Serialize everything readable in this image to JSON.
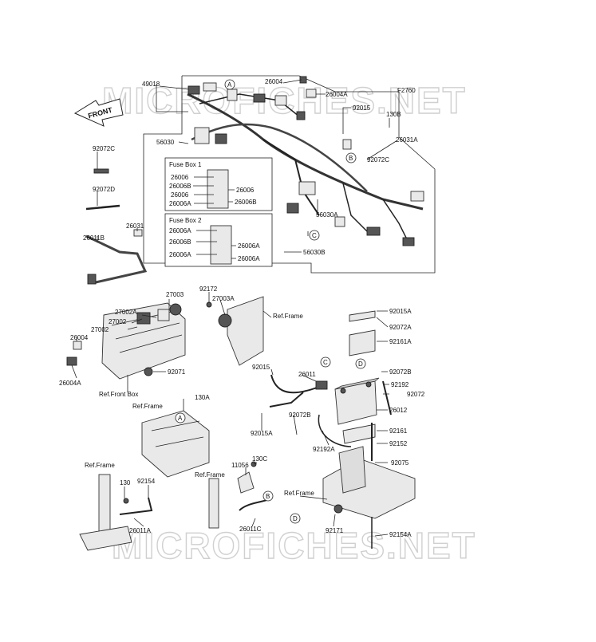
{
  "watermark": "MICROFICHES.NET",
  "front_arrow_label": "FRONT",
  "fuse_box_1": {
    "title": "Fuse Box 1",
    "left_labels": [
      "26006",
      "26006B",
      "26006",
      "26006A"
    ],
    "right_labels": [
      "26006",
      "26006B"
    ]
  },
  "fuse_box_2": {
    "title": "Fuse Box 2",
    "left_labels": [
      "26006A",
      "26006B",
      "26006A"
    ],
    "right_labels": [
      "26006A",
      "26006A"
    ]
  },
  "ref_labels": [
    "Ref.Frame",
    "Ref.Front Box"
  ],
  "callouts": [
    "A",
    "B",
    "C",
    "D"
  ],
  "part_labels": {
    "p49018": "49018",
    "p26004_top": "26004",
    "p26004A_top": "26004A",
    "pF2760": "F2760",
    "p92015_top": "92015",
    "p130B": "130B",
    "p26031A": "26031A",
    "p56030": "56030",
    "p92072C_left": "92072C",
    "p92072C_right": "92072C",
    "p92072D": "92072D",
    "p26031": "26031",
    "p26011B": "26011B",
    "p56030A": "56030A",
    "p56030B": "56030B",
    "p27003": "27003",
    "p27002A": "27002A",
    "p27002_a": "27002",
    "p27002_b": "27002",
    "p26004_mid": "26004",
    "p26004A_mid": "26004A",
    "p92071": "92071",
    "p92172": "92172",
    "p27003A": "27003A",
    "p130A": "130A",
    "p92015A_r": "92015A",
    "p92072A": "92072A",
    "p92161A": "92161A",
    "p92015_mid": "92015",
    "p26011": "26011",
    "p92072B_r": "92072B",
    "p92192": "92192",
    "p92072": "92072",
    "p26012": "26012",
    "p92015A_l": "92015A",
    "p92072B_l": "92072B",
    "p92192A": "92192A",
    "p92161": "92161",
    "p92152": "92152",
    "p92075": "92075",
    "p11056": "11056",
    "p130C": "130C",
    "p130": "130",
    "p92154": "92154",
    "p26011A": "26011A",
    "p26011C": "26011C",
    "p92171": "92171",
    "p92154A": "92154A"
  }
}
